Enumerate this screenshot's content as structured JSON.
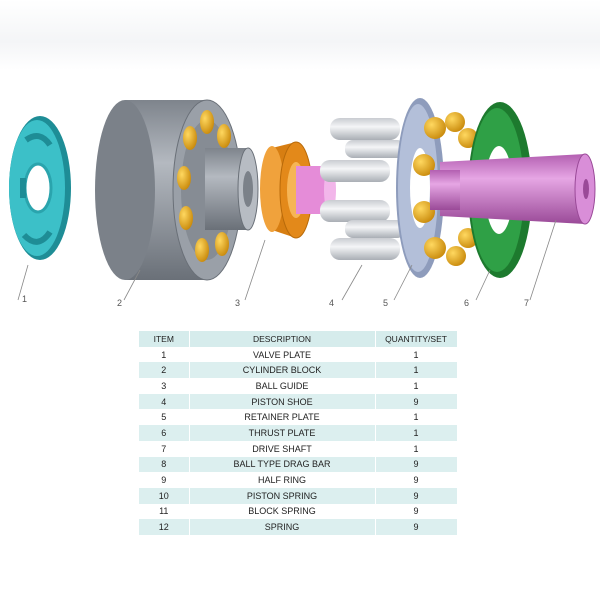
{
  "callouts": [
    "1",
    "2",
    "3",
    "4",
    "5",
    "6",
    "7"
  ],
  "table": {
    "headers": [
      "ITEM",
      "DESCRIPTION",
      "QUANTITY/SET"
    ],
    "rows": [
      [
        "1",
        "VALVE PLATE",
        "1"
      ],
      [
        "2",
        "CYLINDER BLOCK",
        "1"
      ],
      [
        "3",
        "BALL GUIDE",
        "1"
      ],
      [
        "4",
        "PISTON SHOE",
        "9"
      ],
      [
        "5",
        "RETAINER PLATE",
        "1"
      ],
      [
        "6",
        "THRUST PLATE",
        "1"
      ],
      [
        "7",
        "DRIVE SHAFT",
        "1"
      ],
      [
        "8",
        "BALL TYPE DRAG BAR",
        "9"
      ],
      [
        "9",
        "HALF RING",
        "9"
      ],
      [
        "10",
        "PISTON SPRING",
        "9"
      ],
      [
        "11",
        "BLOCK SPRING",
        "9"
      ],
      [
        "12",
        "SPRING",
        "9"
      ]
    ]
  },
  "colors": {
    "valve_plate": "#39bcc4",
    "cylinder_block": "#8c929b",
    "ball_guide": "#e08a1e",
    "piston_shoe": "#e8a818",
    "retainer_plate": "#a9b6d2",
    "thrust_plate": "#27923a",
    "drive_shaft": "#c77ac6",
    "table_stripe": "#dcefef"
  }
}
